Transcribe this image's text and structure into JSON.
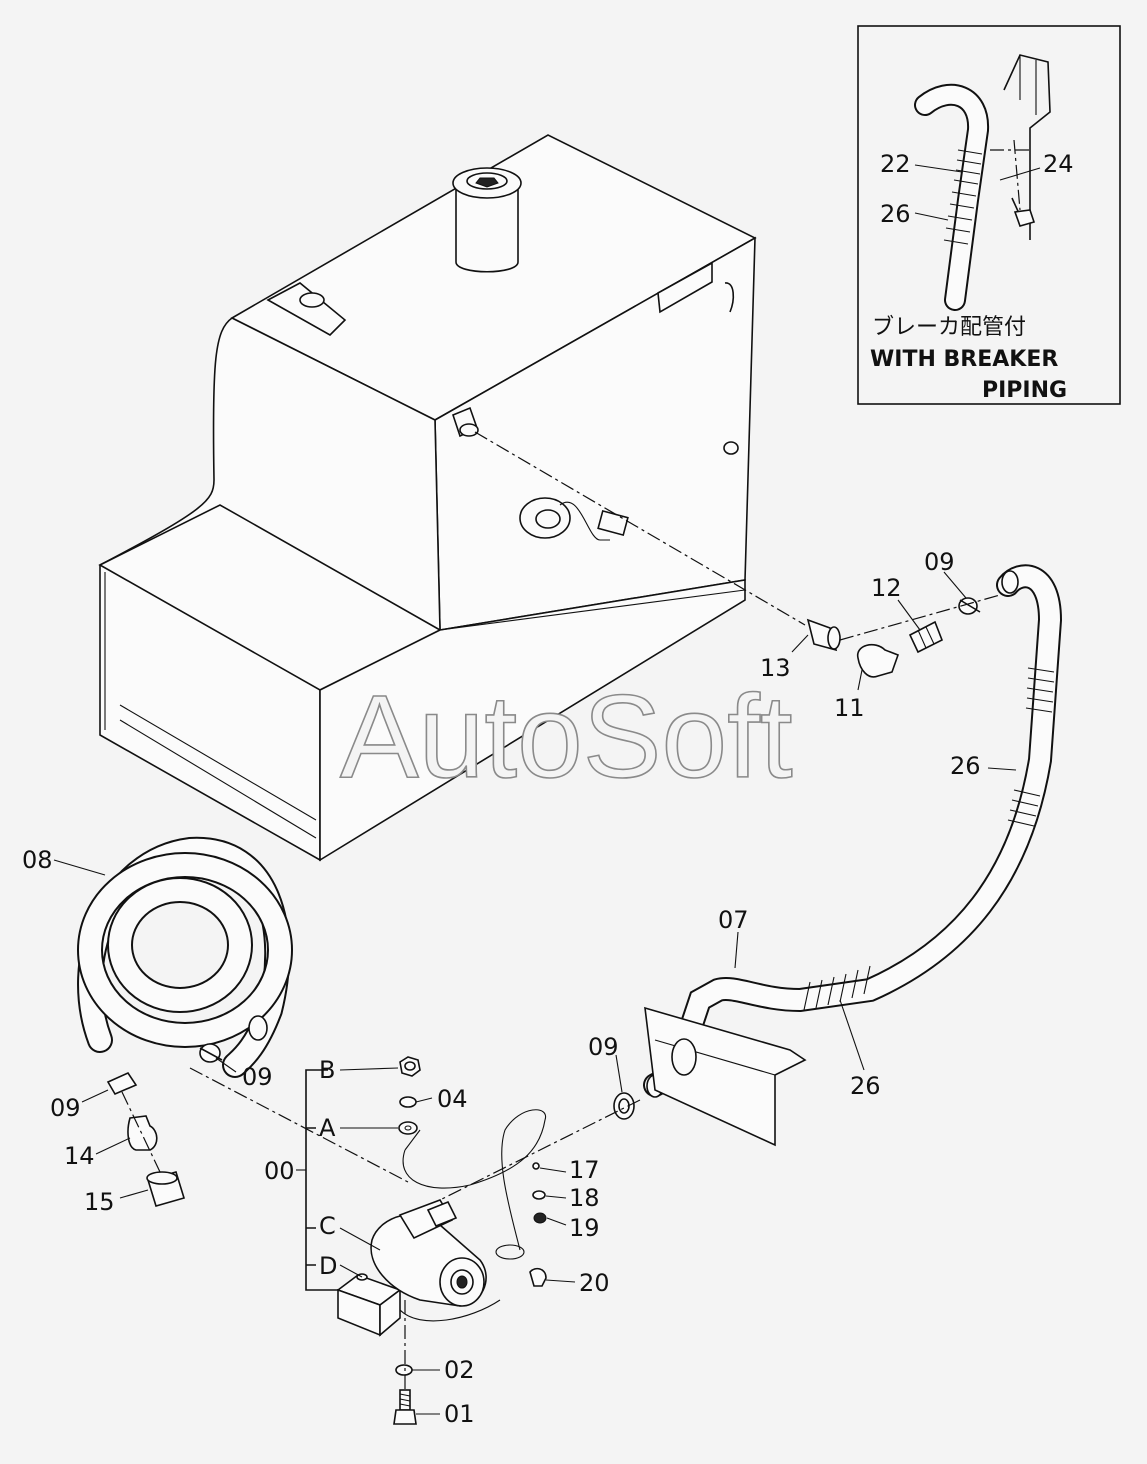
{
  "inset": {
    "japanese_caption": "ブレーカ配管付",
    "caption_line1": "WITH BREAKER",
    "caption_line2": "PIPING"
  },
  "watermark": "AutoSoft",
  "group_letters": [
    "B",
    "A",
    "C",
    "D"
  ],
  "callouts": [
    {
      "id": "c-22",
      "text": "22"
    },
    {
      "id": "c-24",
      "text": "24"
    },
    {
      "id": "c-26-inset",
      "text": "26"
    },
    {
      "id": "c-09-top",
      "text": "09"
    },
    {
      "id": "c-12",
      "text": "12"
    },
    {
      "id": "c-13",
      "text": "13"
    },
    {
      "id": "c-11",
      "text": "11"
    },
    {
      "id": "c-26-right",
      "text": "26"
    },
    {
      "id": "c-08",
      "text": "08"
    },
    {
      "id": "c-07",
      "text": "07"
    },
    {
      "id": "c-26-bottom",
      "text": "26"
    },
    {
      "id": "c-09-mid",
      "text": "09"
    },
    {
      "id": "c-09-left-clamp",
      "text": "09"
    },
    {
      "id": "c-09-left",
      "text": "09"
    },
    {
      "id": "c-04",
      "text": "04"
    },
    {
      "id": "c-14",
      "text": "14"
    },
    {
      "id": "c-00",
      "text": "00"
    },
    {
      "id": "c-15",
      "text": "15"
    },
    {
      "id": "c-17",
      "text": "17"
    },
    {
      "id": "c-18",
      "text": "18"
    },
    {
      "id": "c-19",
      "text": "19"
    },
    {
      "id": "c-20",
      "text": "20"
    },
    {
      "id": "c-02",
      "text": "02"
    },
    {
      "id": "c-01",
      "text": "01"
    }
  ]
}
